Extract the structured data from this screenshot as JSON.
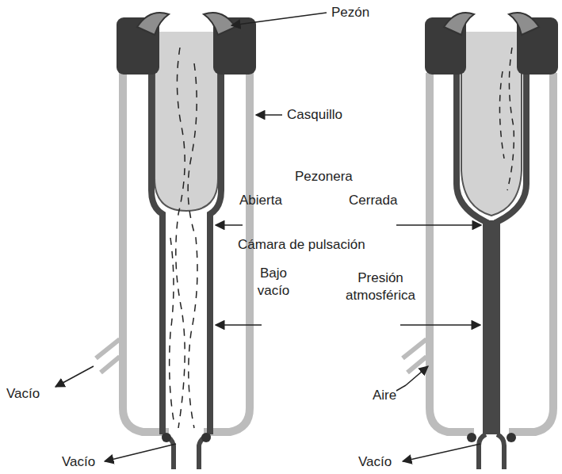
{
  "diagram": {
    "labels": [
      "Pezón",
      "Casquillo",
      "Pezonera",
      "Abierta",
      "Cerrada",
      "Cámara de pulsación",
      "Bajo vacío",
      "Presión atmosférica",
      "Vacío",
      "Aire",
      "Vacío",
      "Vacío"
    ]
  }
}
